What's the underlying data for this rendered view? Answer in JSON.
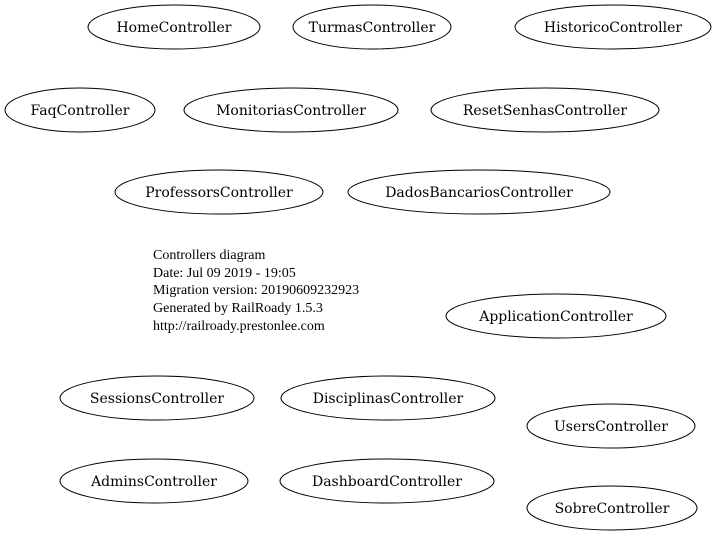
{
  "diagram": {
    "info": [
      "Controllers diagram",
      "Date: Jul 09 2019 - 19:05",
      "Migration version: 20190609232923",
      "Generated by RailRoady 1.5.3",
      "http://railroady.prestonlee.com"
    ],
    "nodes": [
      "HomeController",
      "TurmasController",
      "HistoricoController",
      "FaqController",
      "MonitoriasController",
      "ResetSenhasController",
      "ProfessorsController",
      "DadosBancariosController",
      "ApplicationController",
      "SessionsController",
      "DisciplinasController",
      "UsersController",
      "AdminsController",
      "DashboardController",
      "SobreController"
    ]
  }
}
